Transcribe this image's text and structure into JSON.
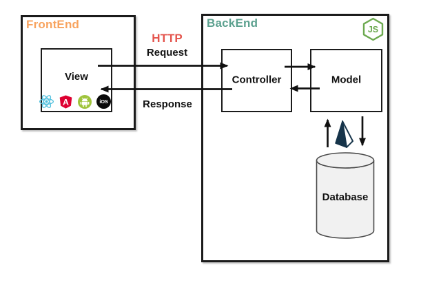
{
  "diagram": {
    "frontend": {
      "label": "FrontEnd",
      "view": {
        "label": "View",
        "icons": [
          {
            "name": "react-icon",
            "title": "React"
          },
          {
            "name": "angular-icon",
            "title": "Angular",
            "letter": "A"
          },
          {
            "name": "android-icon",
            "title": "Android"
          },
          {
            "name": "ios-icon",
            "title": "iOS",
            "text": "iOS"
          }
        ]
      }
    },
    "http": {
      "protocol": "HTTP",
      "request": "Request",
      "response": "Response"
    },
    "backend": {
      "label": "BackEnd",
      "controller": "Controller",
      "model": "Model",
      "database": "Database",
      "nodejs_text": "JS",
      "runtime_icon": "nodejs-icon",
      "orm_icon": "prisma-icon"
    },
    "colors": {
      "frontend_label": "#F8A35E",
      "backend_label": "#5CA18F",
      "http_label": "#E4544C",
      "nodejs_green": "#6CA94F",
      "prisma_navy": "#16344A",
      "react_cyan": "#53C1DE",
      "angular_red": "#DD0031",
      "android_green": "#9FC43C",
      "ios_bg": "#0A0A0A",
      "box_border": "#1B1B1B",
      "arrow_black": "#111111",
      "database_fill": "#F1F1F1",
      "database_stroke": "#4A4A4A"
    }
  }
}
